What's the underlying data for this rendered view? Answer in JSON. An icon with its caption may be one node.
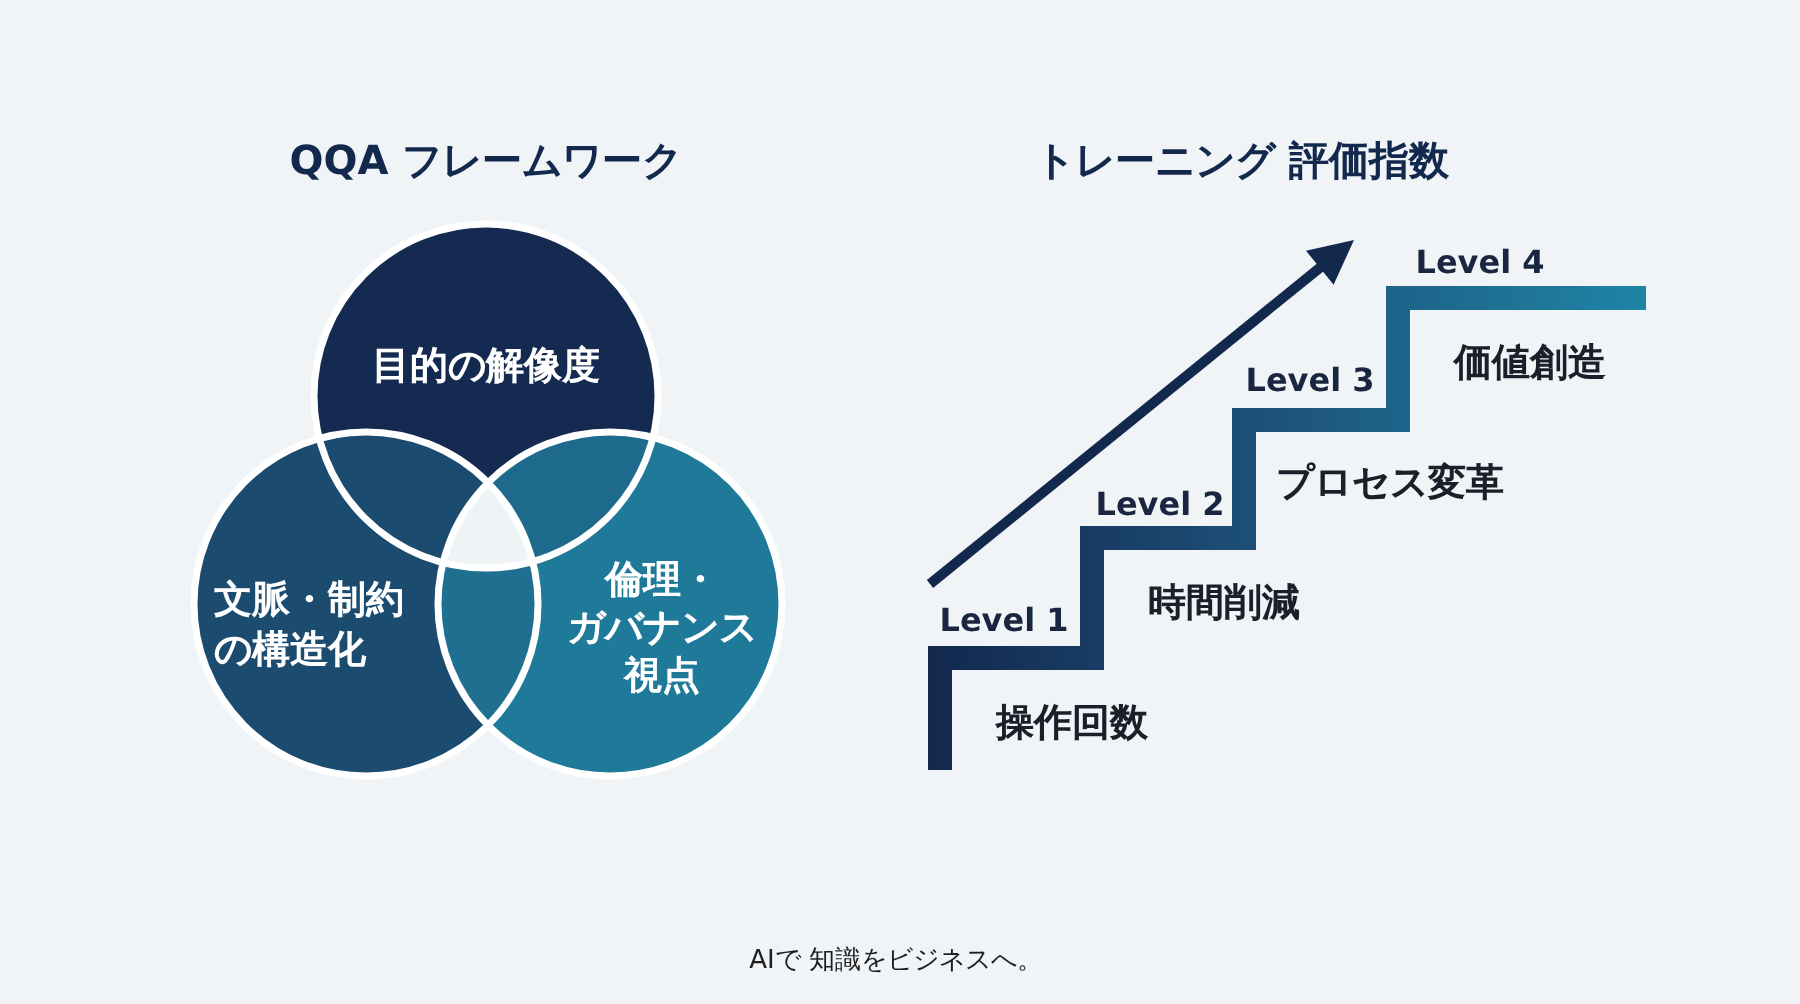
{
  "diagram": {
    "nodes": [
      {
        "text": [
          "目的の解像度"
        ]
      },
      {
        "text": [
          "文脈・制約の構造化"
        ]
      },
      {
        "text": [
          "倫理・ガバナンス視点"
        ]
      }
    ],
    "labels": [
      "QQA フレームワーク",
      "トレーニング 評価指数",
      "Level 4",
      "価値創造",
      "Level 3",
      "プロセス変革",
      "Level 2",
      "時間削減",
      "Level 1",
      "操作回数",
      "AIで 知識をビジネスへ。"
    ]
  }
}
